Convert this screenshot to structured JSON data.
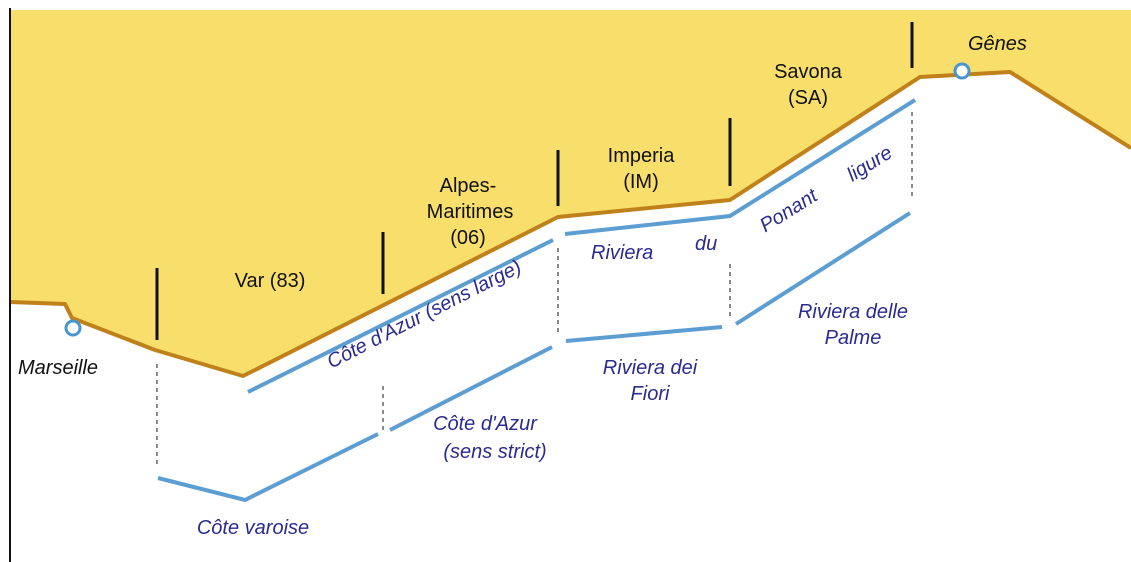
{
  "colors": {
    "land": "#f8df6c",
    "coastline": "#c0801a",
    "sea": "#ffffff",
    "coast_segment": "#5c9ed2",
    "coast_text": "#2b2b8f",
    "border": "#111111",
    "guide": "#8a8a8a",
    "city_marker": "#4a94d0"
  },
  "cities": {
    "marseille": "Marseille",
    "genes": "Gênes"
  },
  "regions": {
    "var": "Var (83)",
    "alpes_maritimes_1": "Alpes-",
    "alpes_maritimes_2": "Maritimes",
    "alpes_maritimes_3": "(06)",
    "imperia_1": "Imperia",
    "imperia_2": "(IM)",
    "savona_1": "Savona",
    "savona_2": "(SA)"
  },
  "coasts": {
    "cote_azur_large": "Côte d'Azur (sens large)",
    "riviera_du": "Riviera",
    "du": "du",
    "ponant": "Ponant",
    "ligure": "ligure",
    "cote_varoise": "Côte varoise",
    "cote_azur_strict_1": "Côte d'Azur",
    "cote_azur_strict_2": "(sens strict)",
    "riviera_fiori_1": "Riviera dei",
    "riviera_fiori_2": "Fiori",
    "riviera_palme_1": "Riviera delle",
    "riviera_palme_2": "Palme"
  }
}
